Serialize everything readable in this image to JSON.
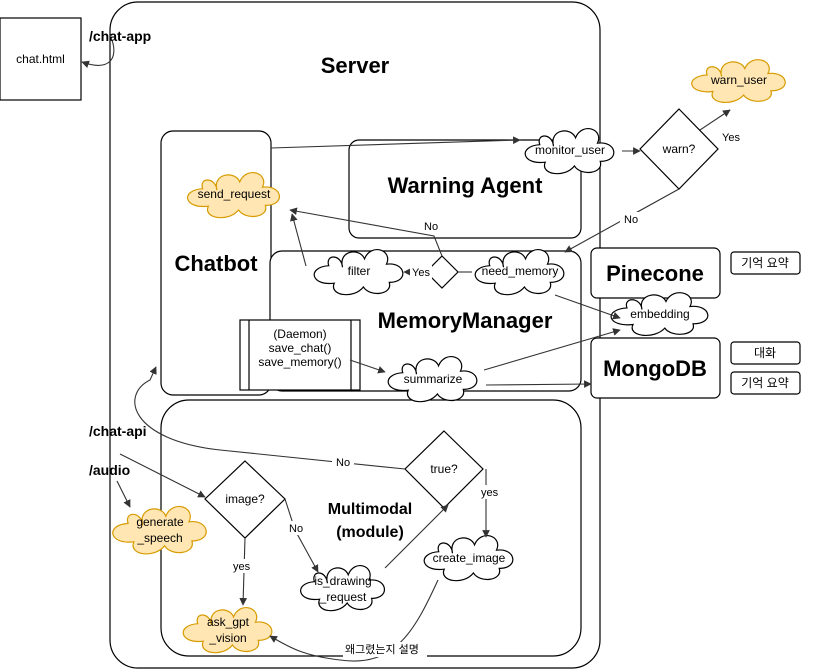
{
  "nodes": {
    "chat_html": "chat.html",
    "server": "Server",
    "chatbot": "Chatbot",
    "warning_agent": "Warning Agent",
    "memory_manager": "MemoryManager",
    "multimodal_line1": "Multimodal",
    "multimodal_line2": "(module)",
    "pinecone": "Pinecone",
    "mongodb": "MongoDB",
    "send_request": "send_request",
    "monitor_user": "monitor_user",
    "warn": "warn?",
    "warn_user": "warn_user",
    "filter": "filter",
    "need_memory": "need_memory",
    "daemon_line1": "(Daemon)",
    "daemon_line2": "save_chat()",
    "daemon_line3": "save_memory()",
    "summarize": "summarize",
    "embedding": "embedding",
    "image": "image?",
    "true_q": "true?",
    "create_image": "create_image",
    "is_drawing_line1": "is_drawing",
    "is_drawing_line2": "_request",
    "ask_gpt_line1": "ask_gpt",
    "ask_gpt_line2": "_vision",
    "generate_speech_line1": "generate",
    "generate_speech_line2": "_speech"
  },
  "routes": {
    "chat_app": "/chat-app",
    "chat_api": "/chat-api",
    "audio": "/audio"
  },
  "edge_labels": {
    "warn_yes": "Yes",
    "warn_no": "No",
    "need_memory_no": "No",
    "need_memory_yes": "Yes",
    "true_no": "No",
    "true_yes": "yes",
    "image_no": "No",
    "image_yes": "yes",
    "explain": "왜그렸는지 설명"
  },
  "notes": {
    "pinecone_note": "기억 요약",
    "mongodb_note1": "대화",
    "mongodb_note2": "기억 요약"
  },
  "colors": {
    "cloud_orange": "#ffe6b3",
    "cloud_orange_stroke": "#d79b00",
    "stroke": "#000000"
  }
}
